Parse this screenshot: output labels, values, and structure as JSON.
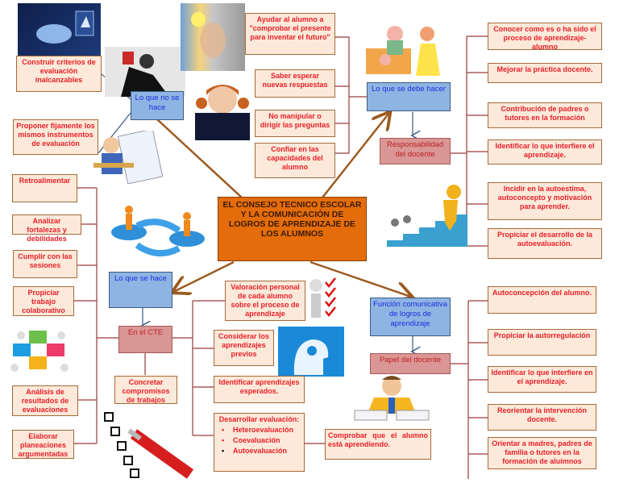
{
  "center": {
    "title": "EL CONSEJO TECNICO ESCOLAR Y LA COMUNICACIÓN DE LOGROS DE APRENDIZAJE DE LOS ALUMNOS"
  },
  "colors": {
    "node_fill": "#fde9d9",
    "node_text": "#e8202a",
    "blue_fill": "#8eb4e3",
    "pink_fill": "#d99694",
    "center_fill": "#e46c0a",
    "connector": "#9b3a3a",
    "arrow": "#9c5a1f"
  },
  "lo_que_no_se_hace": {
    "label": "Lo que no se hace",
    "items": [
      "Construir criterios de evaluación inalcanzables",
      "Proponer fijamente los mismos instrumentos de evaluación"
    ]
  },
  "middle_top": {
    "items": [
      "Ayudar al alumno a \"comprobar el presente para inventar el futuro\"",
      "Saber esperar nuevas respuestas",
      "No manipular o dirigir las preguntas",
      "Confiar en las capacidades del alumno"
    ]
  },
  "lo_que_se_debe_hacer": {
    "label": "Lo que se debe hacer",
    "sub": "Responsabilidad del docente",
    "items": [
      "Conocer como es o ha sido el proceso de aprendizaje- alumno",
      "Mejorar la práctica docente.",
      "Contribución de padres o tutores en la formación",
      "Identificar lo que interfiere el aprendizaje.",
      "Incidir en la autoestima, autoconcepto  y motivación para aprender.",
      "Propiciar el desarrollo de la autoevaluación."
    ]
  },
  "lo_que_se_hace": {
    "label": "Lo que se hace",
    "sub": "En el CTE",
    "left_items": [
      "Retroalimentar",
      "Analizar fortalezas y debilidades",
      "Cumplir con las sesiones",
      "Propiciar trabajo colaborativo",
      "Análisis de resultados de evaluaciones",
      "Elaborar planeaciones argumentadas"
    ],
    "bottom_item": "Concretar compromisos de trabajos",
    "right_items": [
      "Valoración personal de cada alumno sobre el proceso de aprendizaje",
      "Considerar los aprendizajes previos",
      "Identificar aprendizajes esperados."
    ],
    "desarrollar": {
      "title": "Desarrollar evaluación:",
      "bullets": [
        "Heteroevaluación",
        "Coevaluación",
        "Autoevaluación"
      ]
    },
    "comprobar": "Comprobar que el alumno está aprendiendo."
  },
  "funcion_comunicativa": {
    "label": "Función comunicativa de logros de aprendizaje",
    "sub": "Papel del docente",
    "items": [
      "Autoconcepción del alumno.",
      "Propiciar la autorregulación",
      "Identificar lo que interfiere en el aprendizaje.",
      "Reorientar la intervención docente.",
      "Orientar a madres, padres de familia o tutores en la formación de aluimnos"
    ]
  }
}
